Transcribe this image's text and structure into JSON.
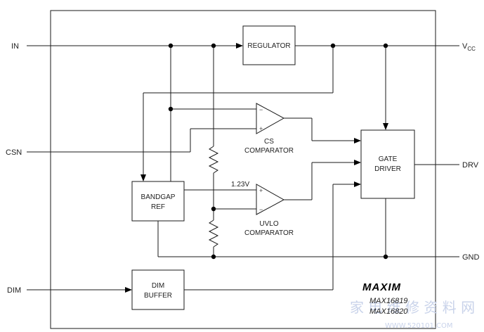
{
  "pins": {
    "in": "IN",
    "vcc": "V",
    "vcc_sub": "CC",
    "csn": "CSN",
    "drv": "DRV",
    "gnd": "GND",
    "dim": "DIM"
  },
  "blocks": {
    "regulator": "REGULATOR",
    "gate_driver": [
      "GATE",
      "DRIVER"
    ],
    "bandgap_ref": [
      "BANDGAP",
      "REF"
    ],
    "dim_buffer": [
      "DIM",
      "BUFFER"
    ],
    "cs_comparator": [
      "CS",
      "COMPARATOR"
    ],
    "uvlo_comparator": [
      "UVLO",
      "COMPARATOR"
    ]
  },
  "comparator_signs": {
    "minus": "−",
    "plus": "+"
  },
  "reference_voltage": "1.23V",
  "branding": {
    "logo": "MAXIM",
    "parts": [
      "MAX16819",
      "MAX16820"
    ]
  },
  "watermark": {
    "text": "家 电 维 修 资 料 网",
    "url": "WWW.520101.COM"
  }
}
